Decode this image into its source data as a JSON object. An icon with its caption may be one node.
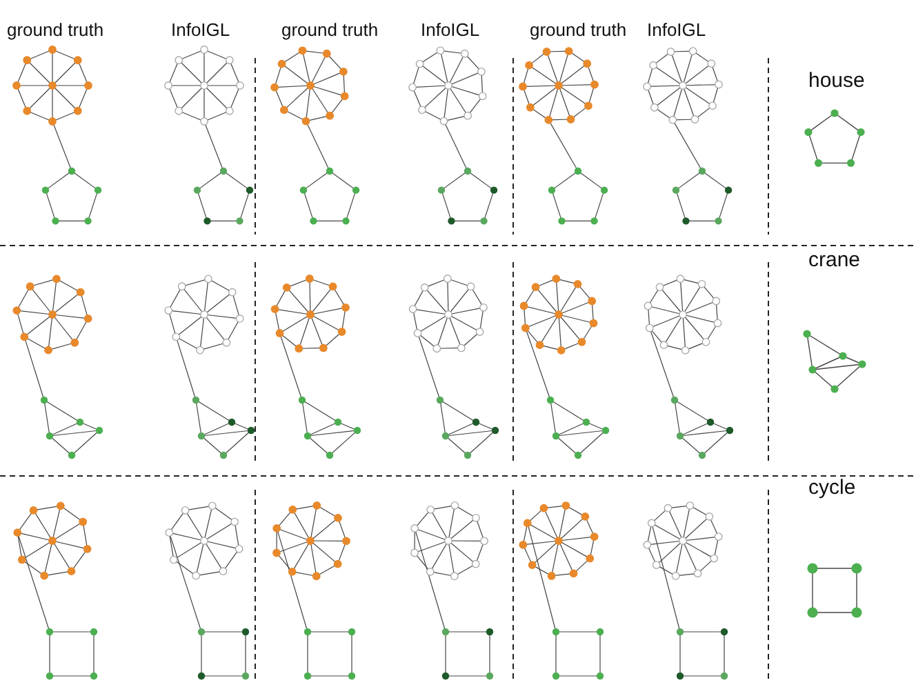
{
  "diagram": {
    "labels": [
      "ground truth",
      "InfoIGL",
      "ground truth",
      "InfoIGL",
      "ground truth",
      "InfoIGL",
      "house",
      "crane",
      "cycle"
    ]
  }
}
